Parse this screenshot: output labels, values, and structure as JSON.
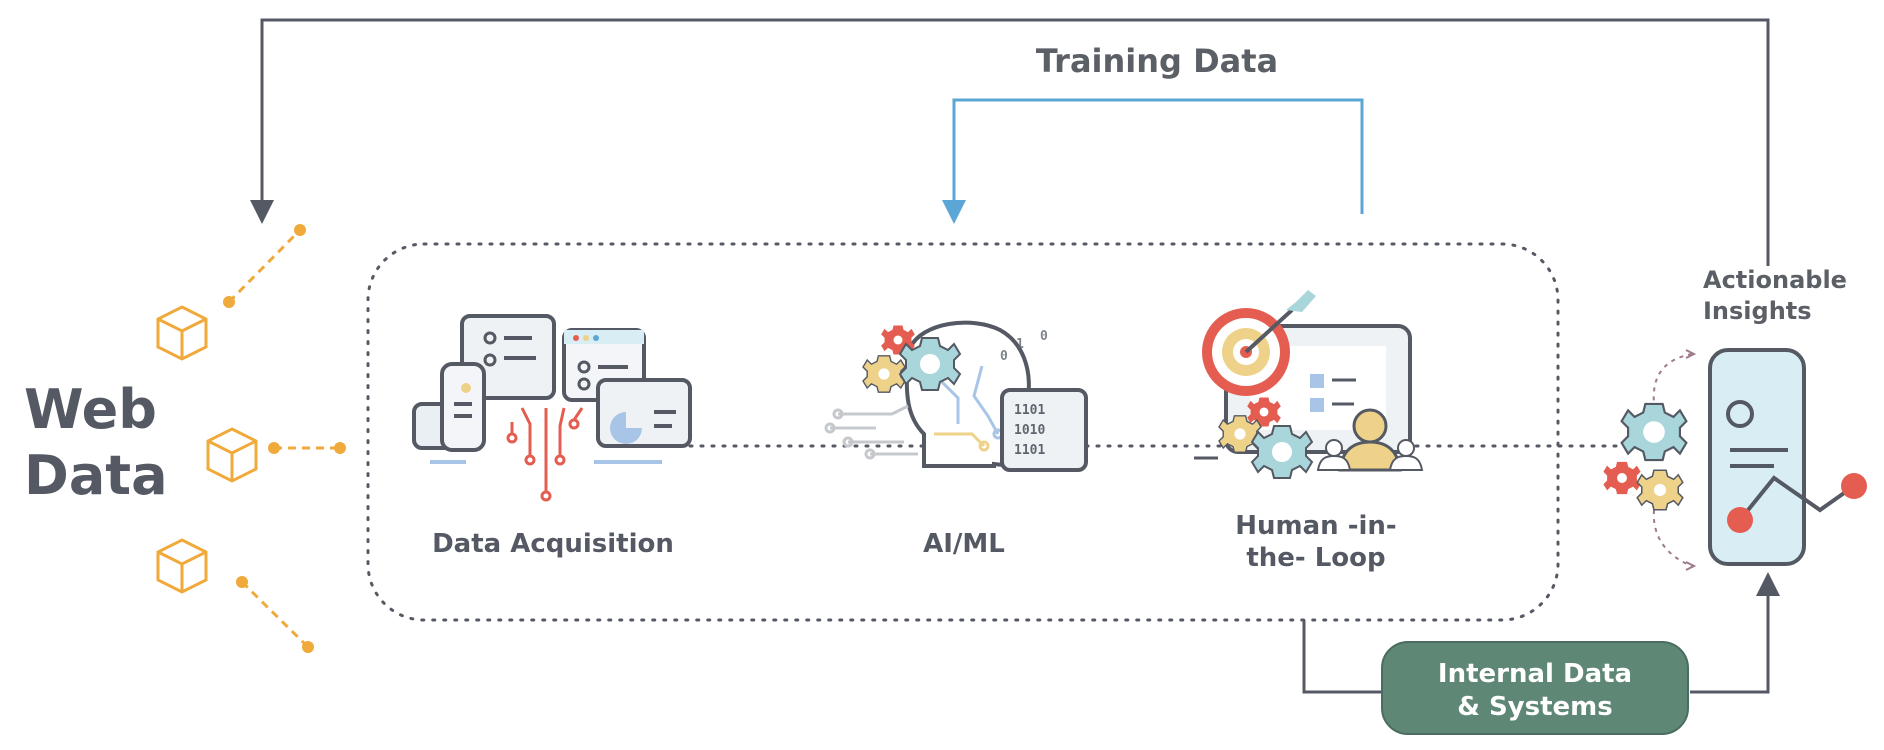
{
  "web_data": {
    "title_line1": "Web",
    "title_line2": "Data"
  },
  "training_data": {
    "label": "Training Data"
  },
  "stages": {
    "data_acquisition": "Data Acquisition",
    "ai_ml": "AI/ML",
    "human_line1": "Human -in-",
    "human_line2": "the- Loop"
  },
  "insights": {
    "line1": "Actionable",
    "line2": "Insights"
  },
  "internal": {
    "line1": "Internal Data",
    "line2": "& Systems"
  },
  "binary": {
    "row1": "1101",
    "row2": "1010",
    "row3": "1101"
  },
  "colors": {
    "orange": "#f0a93b",
    "blue": "#5ca6d6",
    "green": "#5f8776",
    "dark": "#545963",
    "red": "#e45d50",
    "teal": "#a9d6db",
    "yellow": "#efd28a",
    "light_blue": "#d9edf5"
  },
  "icons": {
    "cube": "cube-icon",
    "gear": "gear-icon",
    "target": "target-icon",
    "server": "server-icon",
    "person": "person-icon",
    "documents": "documents-icon",
    "phone": "phone-icon",
    "head": "ai-head-icon"
  }
}
